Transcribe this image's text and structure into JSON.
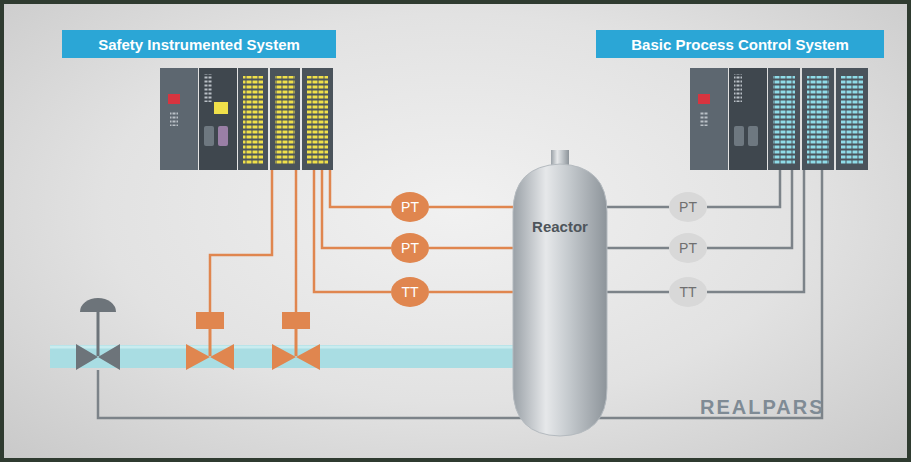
{
  "diagram": {
    "nodes": [
      {
        "text": [
          "Safety Instrumented System"
        ]
      },
      {
        "text": [
          "Basic Process Control System"
        ]
      },
      {
        "text": [
          "Reactor"
        ]
      },
      {
        "text": [
          "PT"
        ]
      },
      {
        "text": [
          "PT"
        ]
      },
      {
        "text": [
          "TT"
        ]
      },
      {
        "text": [
          "PT"
        ]
      },
      {
        "text": [
          "PT"
        ]
      },
      {
        "text": [
          "TT"
        ]
      }
    ],
    "edges": [
      {
        "from": 3,
        "to": 2,
        "arrow": "none"
      },
      {
        "from": 4,
        "to": 2,
        "arrow": "none"
      },
      {
        "from": 5,
        "to": 2,
        "arrow": "none"
      },
      {
        "from": 6,
        "to": 2,
        "arrow": "none"
      },
      {
        "from": 7,
        "to": 2,
        "arrow": "none"
      },
      {
        "from": 8,
        "to": 2,
        "arrow": "none"
      }
    ],
    "labels": [
      "REALPARS"
    ]
  }
}
